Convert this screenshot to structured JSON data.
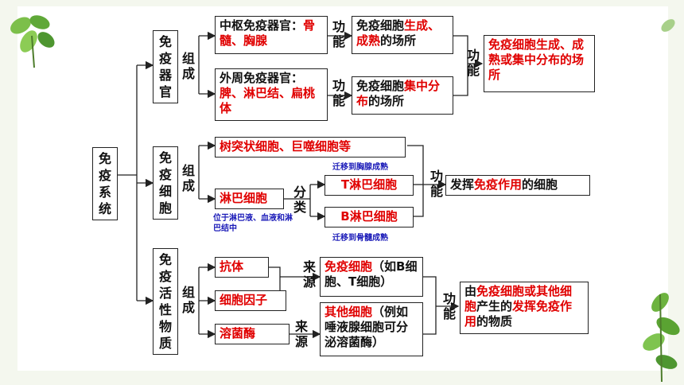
{
  "root": "免疫系统",
  "groups": {
    "organs": {
      "label": "免疫器官",
      "relation": "组成",
      "central": {
        "prefix": "中枢免疫器官：",
        "red": "骨髓、胸腺"
      },
      "peripheral": {
        "prefix": "外周免疫器官：",
        "red": "脾、淋巴结、扁桃体"
      },
      "func_label": "功能",
      "central_func": {
        "a": "免疫细胞",
        "b": "生成、成熟",
        "c": "的场所"
      },
      "peripheral_func": {
        "a": "免疫细胞",
        "b": "集中分布",
        "c": "的场所"
      },
      "summary_func_label": "功能",
      "summary": "免疫细胞生成、成熟或集中分布的场所"
    },
    "cells": {
      "label": "免疫细胞",
      "relation": "组成",
      "dendritic": "树突状细胞、巨噬细胞等",
      "lymphocyte": "淋巴细胞",
      "lymphocyte_note": "位于淋巴液、血液和淋巴结中",
      "classify_label": "分类",
      "t_cell": "T淋巴细胞",
      "b_cell": "B淋巴细胞",
      "t_note": "迁移到胸腺成熟",
      "b_note": "迁移到骨髓成熟",
      "func_label": "功能",
      "func": {
        "a": "发挥",
        "b": "免疫作用",
        "c": "的细胞"
      }
    },
    "substances": {
      "label": "免疫活性物质",
      "relation": "组成",
      "antibody": "抗体",
      "cytokine": "细胞因子",
      "lysozyme": "溶菌酶",
      "source_label_1": "来源",
      "source_label_2": "来源",
      "source1": {
        "red": "免疫细胞",
        "rest": "（如B细胞、T细胞）"
      },
      "source2": {
        "red": "其他细胞",
        "rest": "（例如唾液腺细胞可分泌溶菌酶）"
      },
      "func_label": "功能",
      "func": {
        "p1": "由",
        "r1": "免疫细胞或其他细胞",
        "p2": "产生的",
        "r2": "发挥免疫作用",
        "p3": "的物质"
      }
    }
  },
  "colors": {
    "accent": "#e00000",
    "note": "#1a1ab8",
    "line": "#222222",
    "leaf": "#5a9a3a"
  }
}
